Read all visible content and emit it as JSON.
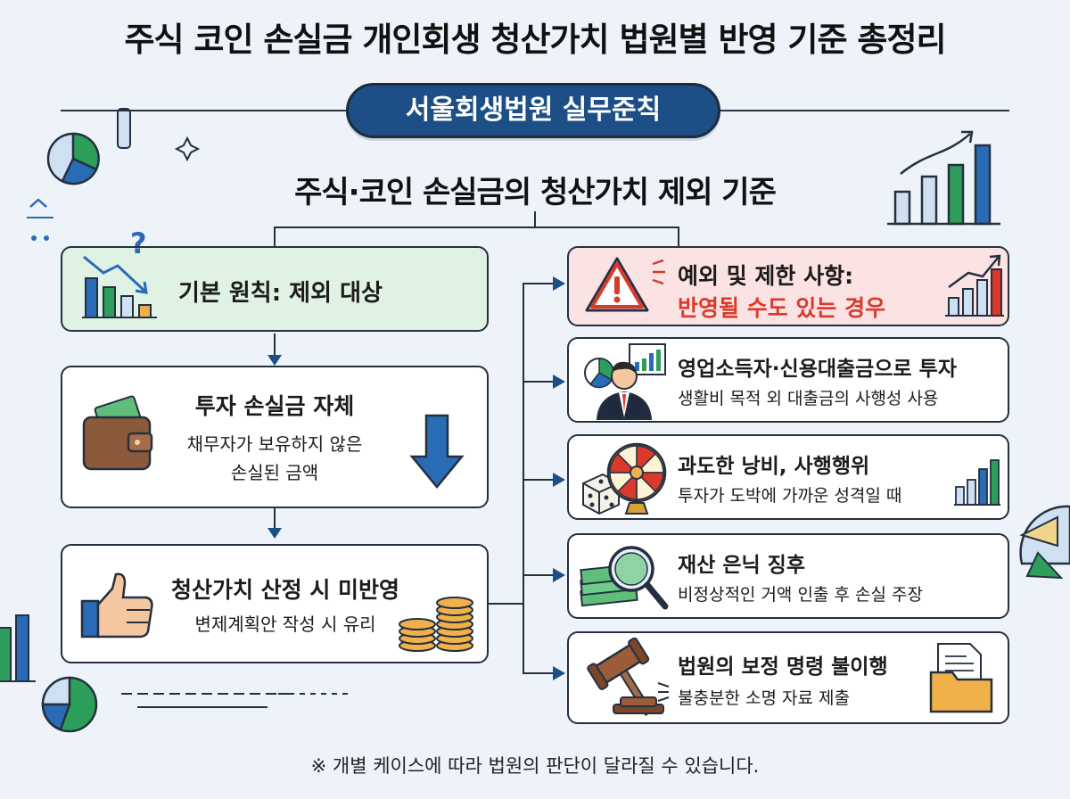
{
  "title": "주식 코인 손실금 개인회생 청산가치 법원별 반영 기준 총정리",
  "court_label": "서울회생법원 실무준칙",
  "subtitle": "주식·코인 손실금의 청산가치 제외 기준",
  "left": {
    "principle": "기본 원칙: 제외 대상",
    "loss_title": "투자 손실금 자체",
    "loss_desc_1": "채무자가 보유하지 않은",
    "loss_desc_2": "손실된 금액",
    "liq_title": "청산가치 산정 시 미반영",
    "liq_desc": "변제계획안 작성 시 유리"
  },
  "right": {
    "exception_title": "예외 및 제한 사항:",
    "exception_sub": "반영될 수도 있는 경우",
    "items": [
      {
        "title": "영업소득자·신용대출금으로 투자",
        "desc": "생활비 목적 외 대출금의 사행성 사용"
      },
      {
        "title": "과도한 낭비, 사행행위",
        "desc": "투자가 도박에 가까운 성격일 때"
      },
      {
        "title": "재산 은닉 징후",
        "desc": "비정상적인 거액 인출 후 손실 주장"
      },
      {
        "title": "법원의 보정 명령 불이행",
        "desc": "불충분한 소명 자료 제출"
      }
    ]
  },
  "footnote": "※ 개별 케이스에 따라 법원의 판단이 달라질 수 있습니다.",
  "colors": {
    "navy": "#1d4f86",
    "green_box": "#dff2e4",
    "red_box": "#fbe3e3",
    "red_text": "#d93a2c",
    "arrow_blue": "#2a6bb5"
  },
  "icons": [
    "bar-chart-down-icon",
    "question-mark-icon",
    "wallet-icon",
    "down-arrow-icon",
    "thumbs-up-icon",
    "coins-icon",
    "warning-icon",
    "bar-chart-up-icon",
    "businessman-icon",
    "roulette-icon",
    "dice-icon",
    "magnifier-money-icon",
    "gavel-icon",
    "folder-document-icon"
  ]
}
